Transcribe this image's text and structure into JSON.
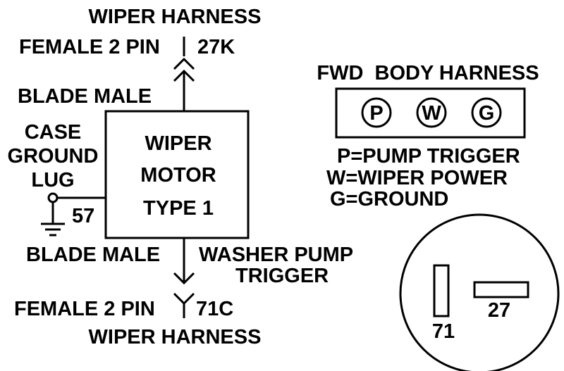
{
  "top": {
    "harness": "WIPER HARNESS",
    "connector": "FEMALE 2 PIN",
    "wire": "27K",
    "terminal": "BLADE MALE"
  },
  "case_ground": {
    "line1": "CASE",
    "line2": "GROUND",
    "line3": "LUG",
    "wire": "57"
  },
  "motor": {
    "line1": "WIPER",
    "line2": "MOTOR",
    "line3": "TYPE 1"
  },
  "bottom": {
    "terminal": "BLADE MALE",
    "function_line1": "WASHER PUMP",
    "function_line2": "TRIGGER",
    "connector": "FEMALE 2 PIN",
    "wire": "71C",
    "harness": "WIPER HARNESS"
  },
  "body_harness": {
    "title": "FWD  BODY HARNESS",
    "pins": [
      "P",
      "W",
      "G"
    ],
    "legend": [
      "P=PUMP TRIGGER",
      "W=WIPER POWER",
      "G=GROUND"
    ]
  },
  "pin_view": {
    "vertical_terminal": "71",
    "horizontal_terminal": "27"
  }
}
